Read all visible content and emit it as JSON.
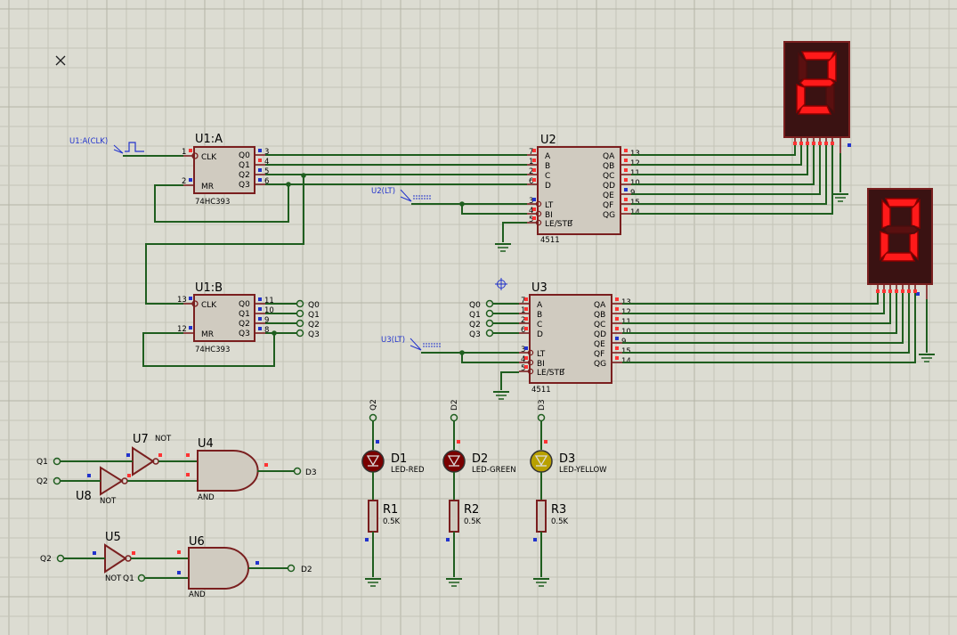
{
  "colors": {
    "background": "#dcdcd2",
    "wire": "#1f5e1f",
    "component": "#7a1f1f",
    "chip_fill": "#d0cbc0",
    "seg_on": "#ff1a1a",
    "seg_off": "#5a1010",
    "probe": "#2233cc"
  },
  "generator": {
    "label": "U1:A(CLK)"
  },
  "u1a": {
    "ref": "U1:A",
    "part": "74HC393",
    "pins_left": [
      "CLK",
      "MR"
    ],
    "pin_nums_left": [
      "1",
      "2"
    ],
    "pins_right": [
      "Q0",
      "Q1",
      "Q2",
      "Q3"
    ],
    "pin_nums_right": [
      "3",
      "4",
      "5",
      "6"
    ]
  },
  "u1b": {
    "ref": "U1:B",
    "part": "74HC393",
    "pins_left": [
      "CLK",
      "MR"
    ],
    "pin_nums_left": [
      "13",
      "12"
    ],
    "pins_right": [
      "Q0",
      "Q1",
      "Q2",
      "Q3"
    ],
    "pin_nums_right": [
      "11",
      "10",
      "9",
      "8"
    ],
    "terminals": [
      "Q0",
      "Q1",
      "Q2",
      "Q3"
    ]
  },
  "u2": {
    "ref": "U2",
    "part": "4511",
    "lt_label": "U2(LT)",
    "pins_left": [
      "A",
      "B",
      "C",
      "D",
      "LT",
      "BI",
      "LE/STB"
    ],
    "pin_nums_left": [
      "7",
      "1",
      "2",
      "6",
      "3",
      "4",
      "5"
    ],
    "pins_right": [
      "QA",
      "QB",
      "QC",
      "QD",
      "QE",
      "QF",
      "QG"
    ],
    "pin_nums_right": [
      "13",
      "12",
      "11",
      "10",
      "9",
      "15",
      "14"
    ]
  },
  "u3": {
    "ref": "U3",
    "part": "4511",
    "lt_label": "U3(LT)",
    "pins_left": [
      "A",
      "B",
      "C",
      "D",
      "LT",
      "BI",
      "LE/STB"
    ],
    "pin_nums_left": [
      "7",
      "1",
      "2",
      "6",
      "3",
      "4",
      "5"
    ],
    "pins_right": [
      "QA",
      "QB",
      "QC",
      "QD",
      "QE",
      "QF",
      "QG"
    ],
    "pin_nums_right": [
      "13",
      "12",
      "11",
      "10",
      "9",
      "15",
      "14"
    ],
    "inputs": [
      "Q0",
      "Q1",
      "Q2",
      "Q3"
    ]
  },
  "display1": {
    "digit": 2
  },
  "display2": {
    "digit": 0
  },
  "u7": {
    "ref": "U7",
    "type": "NOT"
  },
  "u8": {
    "ref": "U8",
    "type": "NOT"
  },
  "u4": {
    "ref": "U4",
    "type": "AND",
    "out": "D3"
  },
  "u5": {
    "ref": "U5",
    "type": "NOT"
  },
  "u6": {
    "ref": "U6",
    "type": "AND",
    "out": "D2"
  },
  "logic_inputs": {
    "u7_in": "Q1",
    "u8_in": "Q2",
    "u5_in": "Q2",
    "u6_in": "Q1"
  },
  "leds": [
    {
      "ref": "D1",
      "part": "LED-RED",
      "net": "Q2",
      "lit": true
    },
    {
      "ref": "D2",
      "part": "LED-GREEN",
      "net": "D2",
      "lit": true
    },
    {
      "ref": "D3",
      "part": "LED-YELLOW",
      "net": "D3",
      "lit": true
    }
  ],
  "resistors": [
    {
      "ref": "R1",
      "value": "0.5K"
    },
    {
      "ref": "R2",
      "value": "0.5K"
    },
    {
      "ref": "R3",
      "value": "0.5K"
    }
  ]
}
